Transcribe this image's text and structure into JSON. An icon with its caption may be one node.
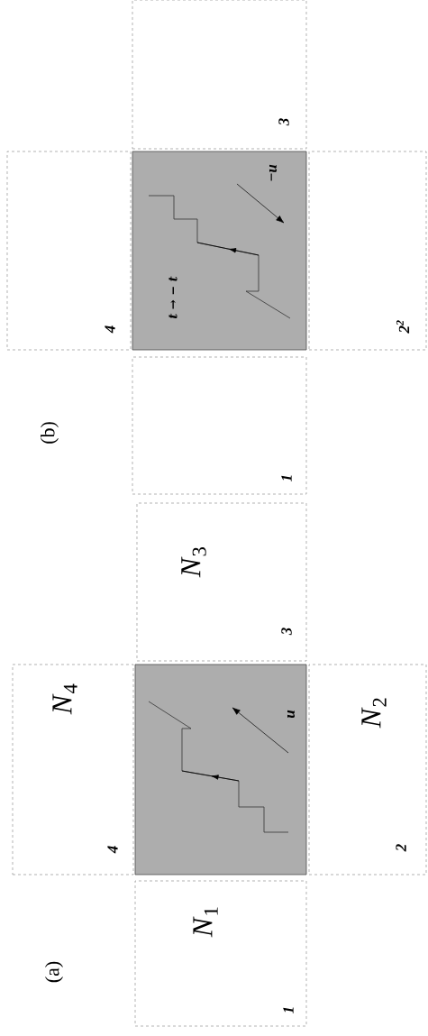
{
  "diagram": {
    "nodes": [
      {
        "text": [
          "u"
        ]
      },
      {
        "text": [
          "*N*$_{1}$",
          "1"
        ]
      },
      {
        "text": [
          "*N*$_{4}$",
          "4"
        ]
      },
      {
        "text": [
          "*N*$_{2}$",
          "2"
        ]
      },
      {
        "text": [
          "*N*$_{3}$",
          "3"
        ]
      },
      {
        "text": [
          "t → − t",
          "−u"
        ]
      },
      {
        "text": [
          "1"
        ]
      },
      {
        "text": [
          "4"
        ]
      },
      {
        "text": [
          "2$^{2}$"
        ]
      },
      {
        "text": [
          "3"
        ]
      }
    ],
    "labels": [
      "(a)",
      "(b)"
    ]
  }
}
